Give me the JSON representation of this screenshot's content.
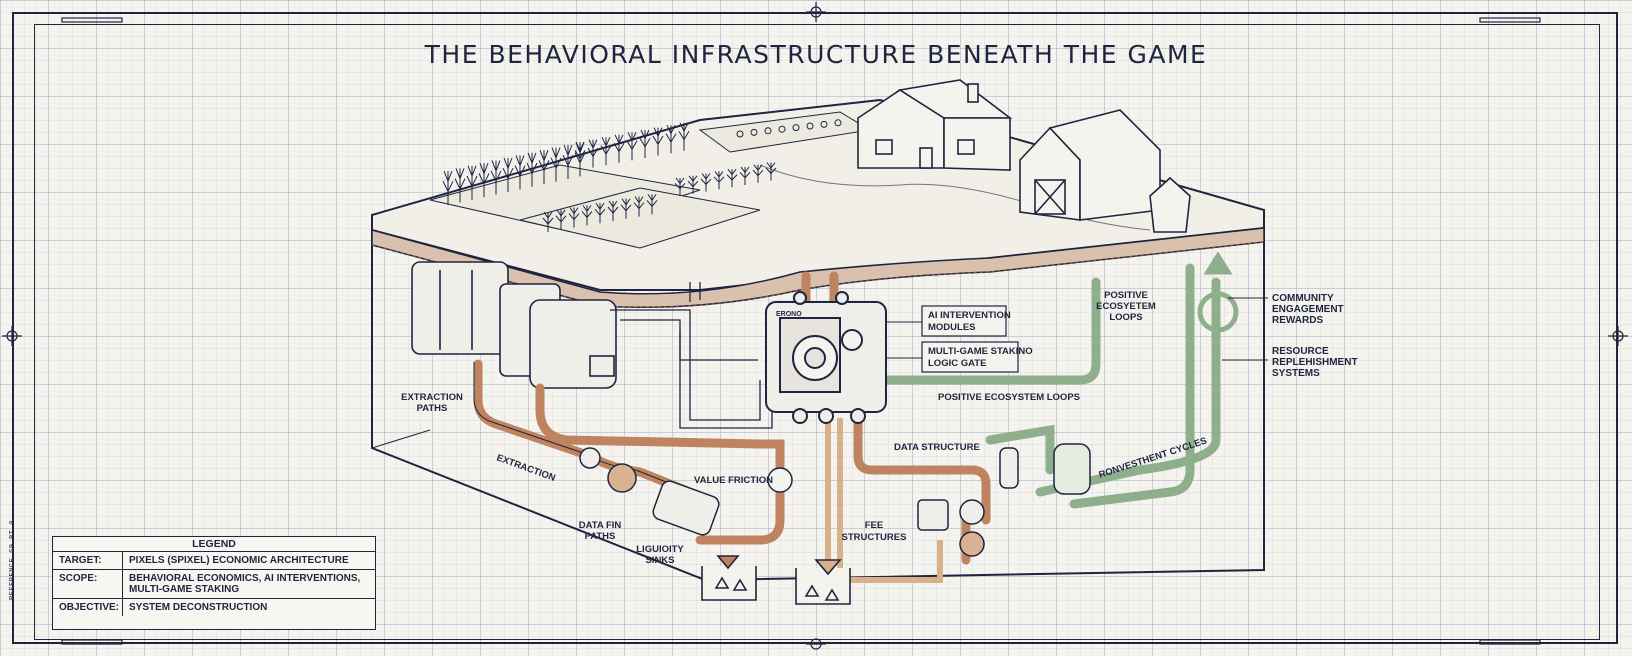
{
  "title": "THE BEHAVIORAL INFRASTRUCTURE BENEATH THE GAME",
  "labels": {
    "ai_intervention": [
      "AI INTERVENTION",
      "MODULES"
    ],
    "multi_game": [
      "MULTI-GAME STAKINO",
      "LOGIC GATE"
    ],
    "positive_loops_top": [
      "POSITIVE",
      "ECOSYETEM",
      "LOOPS"
    ],
    "positive_loops_bottom": "POSITIVE ECOSYSTEM LOOPS",
    "community": [
      "COMMUNITY",
      "ENGAGEMENT",
      "REWARDS"
    ],
    "resource": [
      "RESOURCE",
      "REPLEHISHMENT",
      "SYSTEMS"
    ],
    "extraction_paths": [
      "EXTRACTION",
      "PATHS"
    ],
    "extraction_pipe": "EXTRACTION",
    "value_friction": "VALUE FRICTION",
    "data_fin": [
      "DATA FIN",
      "PATHS"
    ],
    "liquidity": [
      "LIGUIOITY",
      "SINKS"
    ],
    "data_structure": "DATA STRUCTURE",
    "fee_structures": [
      "FEE",
      "STRUCTURES"
    ],
    "reinvestment": "RONVESTHENT CYCLES",
    "box_badge": "ERONO"
  },
  "legend": {
    "heading": "LEGEND",
    "rows": [
      {
        "key": "TARGET:",
        "value": "PIXELS (SPIXEL) ECONOMIC ARCHITECTURE"
      },
      {
        "key": "SCOPE:",
        "value": "BEHAVIORAL ECONOMICS, AI INTERVENTIONS, MULTI-GAME STAKING"
      },
      {
        "key": "OBJECTIVE:",
        "value": "SYSTEM DECONSTRUCTION"
      }
    ]
  },
  "side_code": "REFERENCE 69 BT 0",
  "colors": {
    "ink": "#1f2540",
    "extraction_pipe": "#c0835f",
    "ecosystem_pipe": "#8fae8c",
    "paper": "#f4f3ee"
  }
}
